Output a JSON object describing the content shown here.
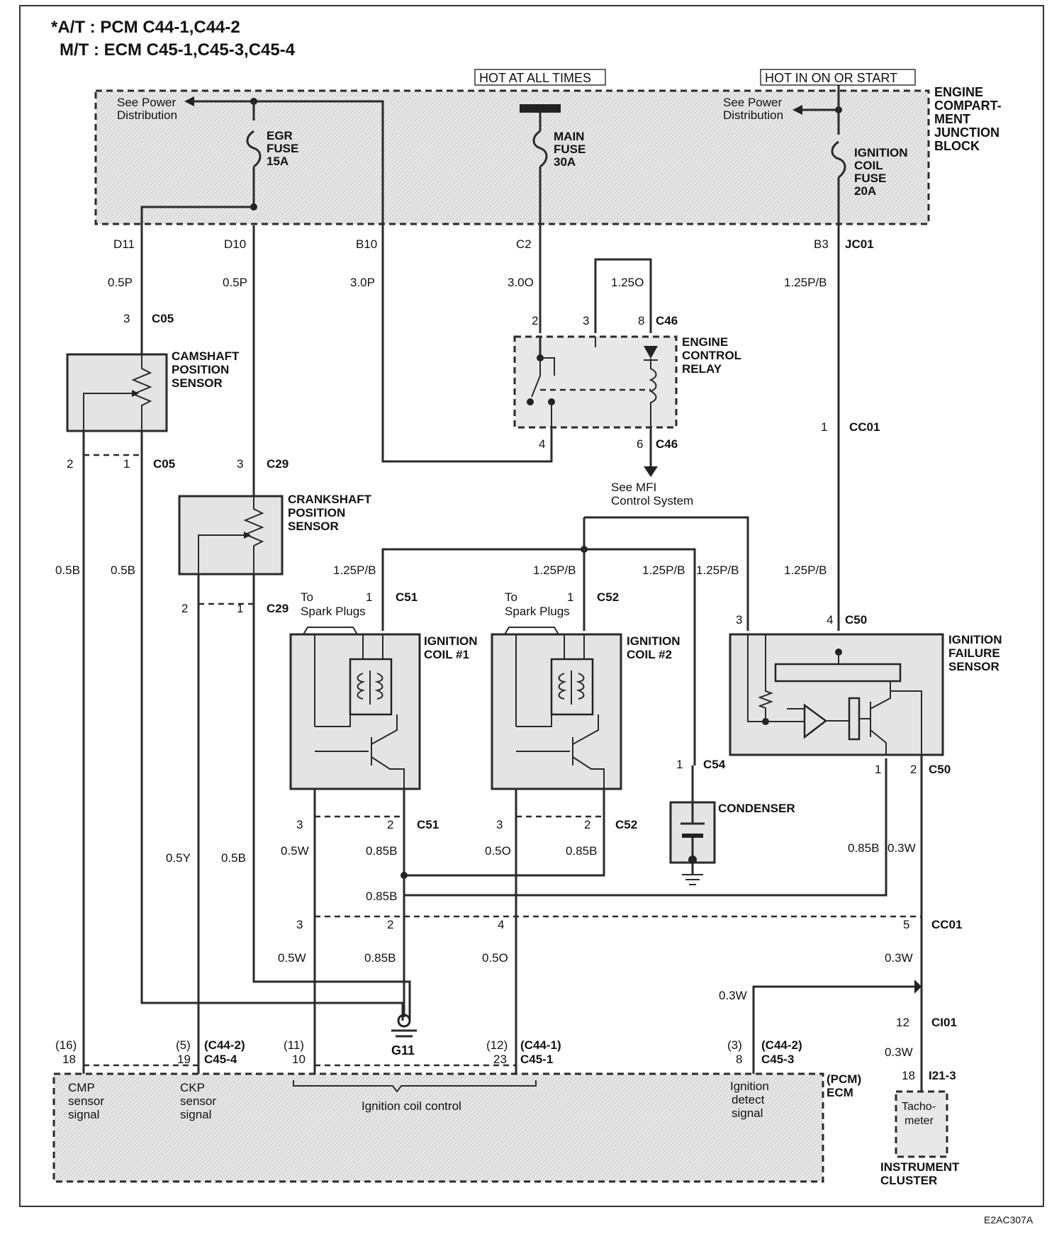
{
  "header": {
    "line1": "*A/T : PCM C44-1,C44-2",
    "line2": "M/T : ECM C45-1,C45-3,C45-4"
  },
  "power": {
    "hot_all": "HOT AT ALL TIMES",
    "hot_on": "HOT IN ON OR START",
    "see_power_1": "See Power",
    "see_power_2": "Distribution",
    "egr_fuse": [
      "EGR",
      "FUSE",
      "15A"
    ],
    "main_fuse": [
      "MAIN",
      "FUSE",
      "30A"
    ],
    "ign_fuse": [
      "IGNITION",
      "COIL",
      "FUSE",
      "20A"
    ],
    "ecjb": [
      "ENGINE",
      "COMPART-",
      "MENT",
      "JUNCTION",
      "BLOCK"
    ]
  },
  "terminals": {
    "d11": "D11",
    "d10": "D10",
    "b10": "B10",
    "c2": "C2",
    "b3": "B3",
    "jc01": "JC01"
  },
  "wires": {
    "w05p": "0.5P",
    "w30p": "3.0P",
    "w30o": "3.0O",
    "w125o": "1.25O",
    "w125pb": "1.25P/B",
    "w05b": "0.5B",
    "w05y": "0.5Y",
    "w05w": "0.5W",
    "w085b": "0.85B",
    "w05o": "0.5O",
    "w03w": "0.3W"
  },
  "connectors": {
    "c05": "C05",
    "c46": "C46",
    "cc01": "CC01",
    "c29": "C29",
    "c51": "C51",
    "c52": "C52",
    "c50": "C50",
    "c54": "C54",
    "ci01": "CI01",
    "i21": "I21-3",
    "c442": "(C44-2)",
    "c454": "C45-4",
    "c441": "(C44-1)",
    "c451": "C45-1",
    "c453": "C45-3"
  },
  "pins": {
    "p1": "1",
    "p2": "2",
    "p3": "3",
    "p4": "4",
    "p5": "5",
    "p6": "6",
    "p8": "8",
    "p12": "12",
    "p18": "18",
    "pin16": "(16)",
    "pin5": "(5)",
    "pin19": "19",
    "pin11": "(11)",
    "pin10": "10",
    "pin12": "(12)",
    "pin23": "23",
    "pin3": "(3)"
  },
  "components": {
    "cmp": [
      "CAMSHAFT",
      "POSITION",
      "SENSOR"
    ],
    "relay": [
      "ENGINE",
      "CONTROL",
      "RELAY"
    ],
    "ckp": [
      "CRANKSHAFT",
      "POSITION",
      "SENSOR"
    ],
    "coil1": [
      "IGNITION",
      "COIL #1"
    ],
    "coil2": [
      "IGNITION",
      "COIL #2"
    ],
    "ifs": [
      "IGNITION",
      "FAILURE",
      "SENSOR"
    ],
    "condenser": "CONDENSER",
    "mfi": [
      "See MFI",
      "Control System"
    ],
    "to": "To",
    "spark": "Spark Plugs",
    "g11": "G11",
    "ecm": [
      "(PCM)",
      "ECM"
    ],
    "cmp_sig": [
      "CMP",
      "sensor",
      "signal"
    ],
    "ckp_sig": [
      "CKP",
      "sensor",
      "signal"
    ],
    "coil_ctrl": "Ignition coil control",
    "detect": [
      "Ignition",
      "detect",
      "signal"
    ],
    "tacho": [
      "Tacho-",
      "meter"
    ],
    "cluster": [
      "INSTRUMENT",
      "CLUSTER"
    ]
  },
  "footer": {
    "code": "E2AC307A"
  }
}
